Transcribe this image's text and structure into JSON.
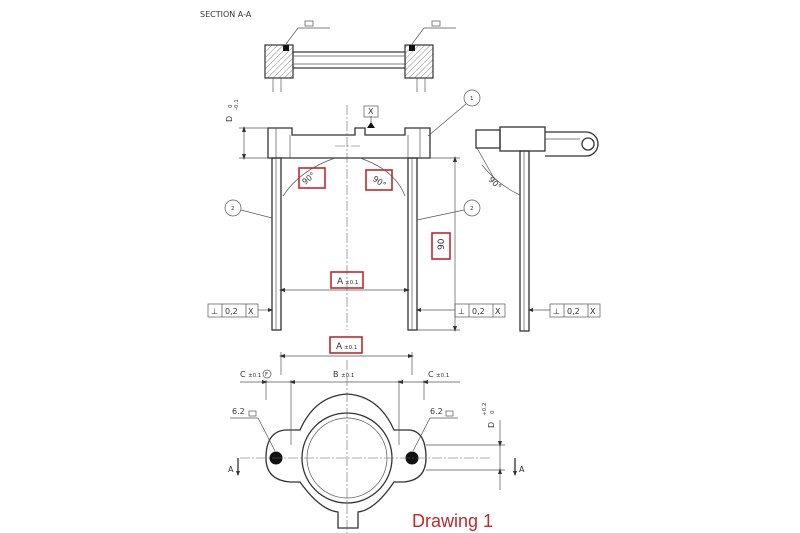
{
  "section_title": "SECTION A-A",
  "caption": "Drawing 1",
  "datum_x": "X",
  "callouts": [
    "1",
    "2",
    "2"
  ],
  "angles": [
    "90°",
    "90°",
    "90°"
  ],
  "dims": {
    "height": "90",
    "a_label": "A",
    "a_tol": "±0.1",
    "b_label": "B",
    "b_tol": "±0.1",
    "c_label": "C",
    "c_tol": "±0.1",
    "c_mod": "F",
    "d_label": "D",
    "d_tol_upper_top": "0",
    "d_tol_lower_top": "-0.1",
    "d_tol_upper_bottom": "+0.2",
    "d_tol_lower_bottom": "0",
    "weld": "6.2"
  },
  "tolerance_frames": [
    {
      "symbol": "⊥",
      "value": "0,2",
      "datum": "X"
    },
    {
      "symbol": "⊥",
      "value": "0,2",
      "datum": "X"
    },
    {
      "symbol": "⊥",
      "value": "0,2",
      "datum": "X"
    }
  ],
  "section_marks": [
    "A",
    "A"
  ],
  "colors": {
    "highlight": "#c1272d",
    "line": "#333333"
  }
}
